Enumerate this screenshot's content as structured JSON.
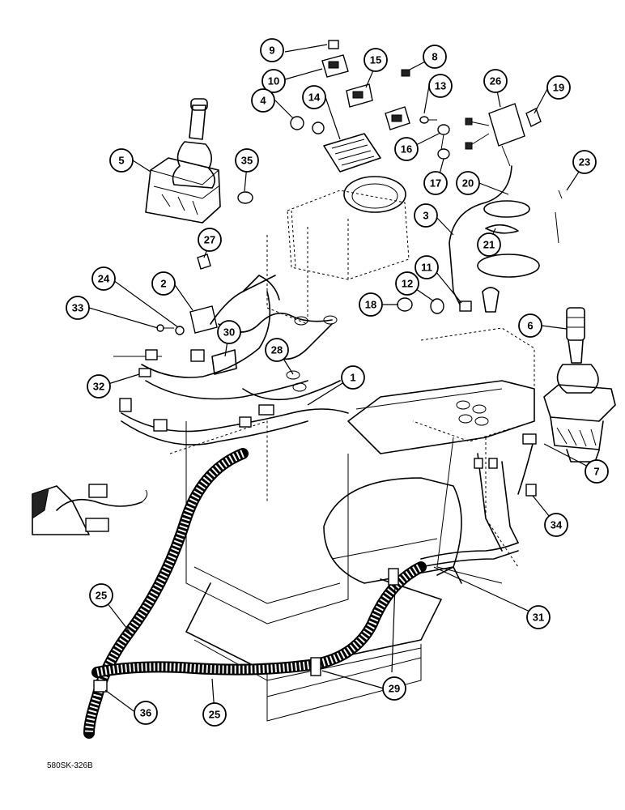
{
  "diagram": {
    "reference_code": "580SK-326B",
    "callout_numbers": [
      "1",
      "2",
      "3",
      "4",
      "5",
      "6",
      "7",
      "8",
      "9",
      "10",
      "11",
      "12",
      "13",
      "14",
      "15",
      "16",
      "17",
      "18",
      "19",
      "20",
      "21",
      "23",
      "24",
      "25",
      "26",
      "27",
      "28",
      "29",
      "30",
      "31",
      "32",
      "33",
      "34",
      "35",
      "36"
    ]
  }
}
